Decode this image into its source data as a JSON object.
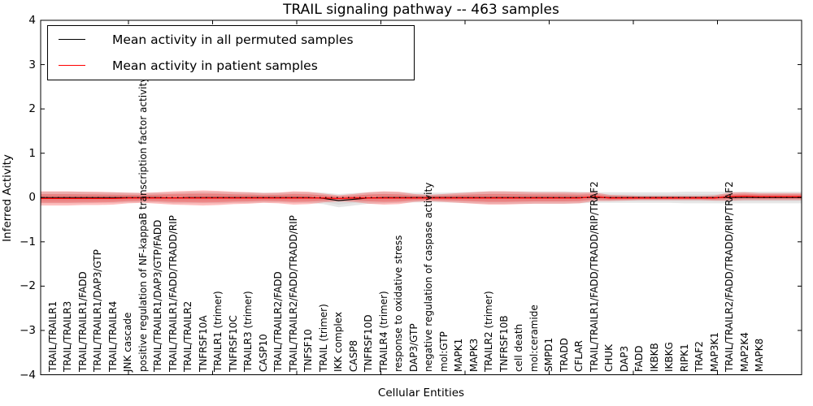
{
  "figure": {
    "title": "TRAIL signaling pathway -- 463 samples",
    "xlabel": "Cellular Entities",
    "ylabel": "Inferred Activity"
  },
  "legend": {
    "items": [
      {
        "label": "Mean activity in all permuted samples",
        "color": "#000000"
      },
      {
        "label": "Mean activity in patient samples",
        "color": "#ff0000"
      }
    ]
  },
  "chart_data": {
    "type": "line",
    "title": "TRAIL signaling pathway -- 463 samples",
    "xlabel": "Cellular Entities",
    "ylabel": "Inferred Activity",
    "ylim": [
      -4,
      4
    ],
    "yticks": [
      -4,
      -3,
      -2,
      -1,
      0,
      1,
      2,
      3,
      4
    ],
    "grid": false,
    "zero_line": "dotted",
    "legend_position": "upper left",
    "categories": [
      "TRAIL/TRAILR1",
      "TRAIL/TRAILR3",
      "TRAIL/TRAILR1/FADD",
      "TRAIL/TRAILR1/DAP3/GTP",
      "TRAIL/TRAILR4",
      "JNK cascade",
      "positive regulation of NF-kappaB transcription factor activity",
      "TRAIL/TRAILR1/DAP3/GTP/FADD",
      "TRAIL/TRAILR1/FADD/TRADD/RIP",
      "TRAIL/TRAILR2",
      "TNFRSF10A",
      "TRAILR1 (trimer)",
      "TNFRSF10C",
      "TRAILR3 (trimer)",
      "CASP10",
      "TRAIL/TRAILR2/FADD",
      "TRAIL/TRAILR2/FADD/TRADD/RIP",
      "TNFSF10",
      "TRAIL (trimer)",
      "IKK complex",
      "CASP8",
      "TNFRSF10D",
      "TRAILR4 (trimer)",
      "response to oxidative stress",
      "DAP3/GTP",
      "negative regulation of caspase activity",
      "mol:GTP",
      "MAPK1",
      "MAPK3",
      "TRAILR2 (trimer)",
      "TNFRSF10B",
      "cell death",
      "mol:ceramide",
      "SMPD1",
      "TRADD",
      "CFLAR",
      "TRAIL/TRAILR1/FADD/TRADD/RIP/TRAF2",
      "CHUK",
      "DAP3",
      "FADD",
      "IKBKB",
      "IKBKG",
      "RIPK1",
      "TRAF2",
      "MAP3K1",
      "TRAIL/TRAILR2/FADD/TRADD/RIP/TRAF2",
      "MAP2K4",
      "MAPK8"
    ],
    "series": [
      {
        "name": "Mean activity in all permuted samples",
        "color": "#000000",
        "band": "gray",
        "values": [
          0,
          0,
          0,
          0,
          0,
          0,
          0,
          0,
          -0.01,
          0,
          0,
          0,
          0,
          0,
          0,
          0,
          0,
          0,
          -0.02,
          -0.07,
          -0.04,
          -0.01,
          0,
          0,
          0,
          0,
          0,
          0,
          0,
          0,
          0,
          0,
          0,
          0,
          0,
          0,
          0,
          0,
          0,
          0,
          0,
          0,
          0,
          0,
          0,
          0,
          0,
          0
        ],
        "std": [
          0.13,
          0.13,
          0.13,
          0.12,
          0.12,
          0.11,
          0.11,
          0.11,
          0.12,
          0.13,
          0.13,
          0.13,
          0.12,
          0.12,
          0.11,
          0.11,
          0.12,
          0.12,
          0.13,
          0.15,
          0.14,
          0.13,
          0.13,
          0.12,
          0.11,
          0.11,
          0.11,
          0.12,
          0.13,
          0.14,
          0.14,
          0.14,
          0.14,
          0.14,
          0.14,
          0.13,
          0.12,
          0.12,
          0.12,
          0.12,
          0.12,
          0.12,
          0.13,
          0.13,
          0.13,
          0.13,
          0.13,
          0.13
        ]
      },
      {
        "name": "Mean activity in patient samples",
        "color": "#ff0000",
        "band": "red",
        "values": [
          -0.02,
          -0.02,
          -0.02,
          -0.02,
          -0.02,
          -0.01,
          -0.01,
          -0.01,
          -0.01,
          -0.01,
          -0.01,
          -0.01,
          -0.01,
          -0.01,
          -0.01,
          -0.01,
          -0.01,
          -0.01,
          -0.01,
          -0.02,
          -0.01,
          -0.01,
          -0.01,
          -0.01,
          -0.01,
          -0.01,
          -0.01,
          -0.01,
          -0.01,
          -0.01,
          -0.01,
          -0.01,
          -0.01,
          -0.01,
          -0.01,
          -0.01,
          0.02,
          -0.01,
          -0.01,
          -0.01,
          -0.01,
          -0.01,
          -0.01,
          -0.01,
          -0.01,
          0.02,
          0.03,
          0.02
        ],
        "std": [
          0.16,
          0.16,
          0.15,
          0.15,
          0.14,
          0.12,
          0.11,
          0.13,
          0.15,
          0.16,
          0.17,
          0.16,
          0.14,
          0.13,
          0.11,
          0.12,
          0.15,
          0.14,
          0.1,
          0.07,
          0.09,
          0.13,
          0.15,
          0.14,
          0.09,
          0.07,
          0.09,
          0.11,
          0.13,
          0.15,
          0.15,
          0.14,
          0.13,
          0.13,
          0.13,
          0.12,
          0.1,
          0.07,
          0.06,
          0.05,
          0.05,
          0.05,
          0.05,
          0.05,
          0.06,
          0.09,
          0.09,
          0.08
        ]
      }
    ]
  }
}
